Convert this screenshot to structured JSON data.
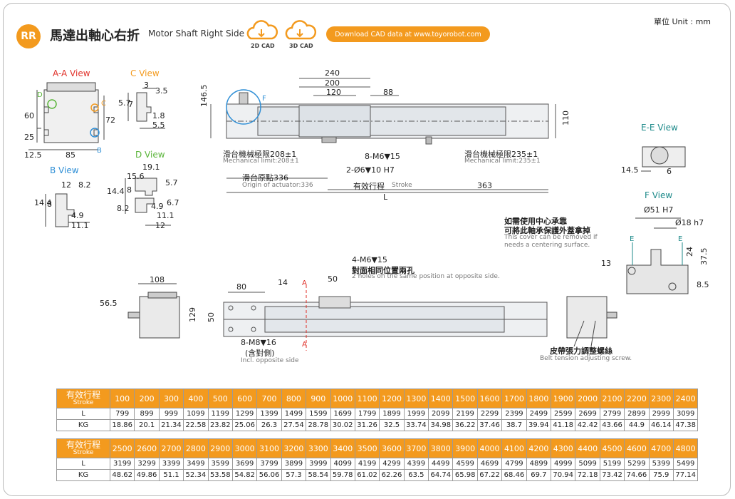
{
  "header": {
    "badge": "RR",
    "title_zh": "馬達出軸心右折",
    "title_en": "Motor Shaft Right Side",
    "cad_2d": "2D CAD",
    "cad_3d": "3D CAD",
    "download": "Download CAD data at www.toyorobot.com",
    "unit": "單位 Unit : mm"
  },
  "views": {
    "aa": "A-A View",
    "b": "B View",
    "c": "C View",
    "d": "D View",
    "ee": "E-E View",
    "f": "F View",
    "d_mark": "D",
    "c_mark": "C",
    "b_mark": "B",
    "f_mark": "F",
    "e_mark": "E",
    "a_mark": "A"
  },
  "dims": {
    "aa": [
      "60",
      "25",
      "72",
      "12.5",
      "85"
    ],
    "c": [
      "3",
      "3.5",
      "5.7",
      "7",
      "1.8",
      "5.5"
    ],
    "b": [
      "12",
      "8.2",
      "14.4",
      "8",
      "4.9",
      "11.1"
    ],
    "d": [
      "19.1",
      "15.6",
      "5.7",
      "14.4",
      "8",
      "8.2",
      "6.7",
      "4.9",
      "11.1",
      "12"
    ],
    "top": [
      "240",
      "200",
      "120",
      "88",
      "146.5",
      "110",
      "363",
      "L"
    ],
    "ee": [
      "14.5",
      "6"
    ],
    "f": [
      "Ø51 H7",
      "Ø18 h7",
      "13",
      "24",
      "37.5",
      "8.5"
    ],
    "bottom": [
      "108",
      "56.5",
      "129",
      "80",
      "14",
      "50",
      "50"
    ]
  },
  "notes": {
    "mech_left_zh": "滑台機械極限208±1",
    "mech_left_en": "Mechanical limit:208±1",
    "mech_right_zh": "滑台機械極限235±1",
    "mech_right_en": "Mechanical limit:235±1",
    "origin_zh": "滑台原點336",
    "origin_en": "Origin of actuator:336",
    "stroke_zh": "有效行程",
    "stroke_en": "Stroke",
    "m6_15": "8-M6▼15",
    "pin": "2-Ø6▼10 H7",
    "cover_zh1": "如需使用中心承靠",
    "cover_zh2": "可將此軸承保護外蓋拿掉",
    "cover_en1": "This cover can be removed if",
    "cover_en2": "needs a centering surface.",
    "m6_holes": "4-M6▼15",
    "holes_zh": "對面相同位置兩孔",
    "holes_en": "2 holes on the same position at opposite side.",
    "m8": "8-M8▼16",
    "m8_zh": "(含對側)",
    "m8_en": "Incl. opposite side",
    "belt_zh": "皮帶張力調整螺絲",
    "belt_en": "Belt tension adjusting screw."
  },
  "table": {
    "stroke_zh": "有效行程",
    "stroke_en": "Stroke",
    "l_label": "L",
    "kg_label": "KG",
    "block1": {
      "stroke": [
        "100",
        "200",
        "300",
        "400",
        "500",
        "600",
        "700",
        "800",
        "900",
        "1000",
        "1100",
        "1200",
        "1300",
        "1400",
        "1500",
        "1600",
        "1700",
        "1800",
        "1900",
        "2000",
        "2100",
        "2200",
        "2300",
        "2400"
      ],
      "L": [
        "799",
        "899",
        "999",
        "1099",
        "1199",
        "1299",
        "1399",
        "1499",
        "1599",
        "1699",
        "1799",
        "1899",
        "1999",
        "2099",
        "2199",
        "2299",
        "2399",
        "2499",
        "2599",
        "2699",
        "2799",
        "2899",
        "2999",
        "3099"
      ],
      "KG": [
        "18.86",
        "20.1",
        "21.34",
        "22.58",
        "23.82",
        "25.06",
        "26.3",
        "27.54",
        "28.78",
        "30.02",
        "31.26",
        "32.5",
        "33.74",
        "34.98",
        "36.22",
        "37.46",
        "38.7",
        "39.94",
        "41.18",
        "42.42",
        "43.66",
        "44.9",
        "46.14",
        "47.38"
      ]
    },
    "block2": {
      "stroke": [
        "2500",
        "2600",
        "2700",
        "2800",
        "2900",
        "3000",
        "3100",
        "3200",
        "3300",
        "3400",
        "3500",
        "3600",
        "3700",
        "3800",
        "3900",
        "4000",
        "4100",
        "4200",
        "4300",
        "4400",
        "4500",
        "4600",
        "4700",
        "4800"
      ],
      "L": [
        "3199",
        "3299",
        "3399",
        "3499",
        "3599",
        "3699",
        "3799",
        "3899",
        "3999",
        "4099",
        "4199",
        "4299",
        "4399",
        "4499",
        "4599",
        "4699",
        "4799",
        "4899",
        "4999",
        "5099",
        "5199",
        "5299",
        "5399",
        "5499"
      ],
      "KG": [
        "48.62",
        "49.86",
        "51.1",
        "52.34",
        "53.58",
        "54.82",
        "56.06",
        "57.3",
        "58.54",
        "59.78",
        "61.02",
        "62.26",
        "63.5",
        "64.74",
        "65.98",
        "67.22",
        "68.46",
        "69.7",
        "70.94",
        "72.18",
        "73.42",
        "74.66",
        "75.9",
        "77.14"
      ]
    }
  }
}
